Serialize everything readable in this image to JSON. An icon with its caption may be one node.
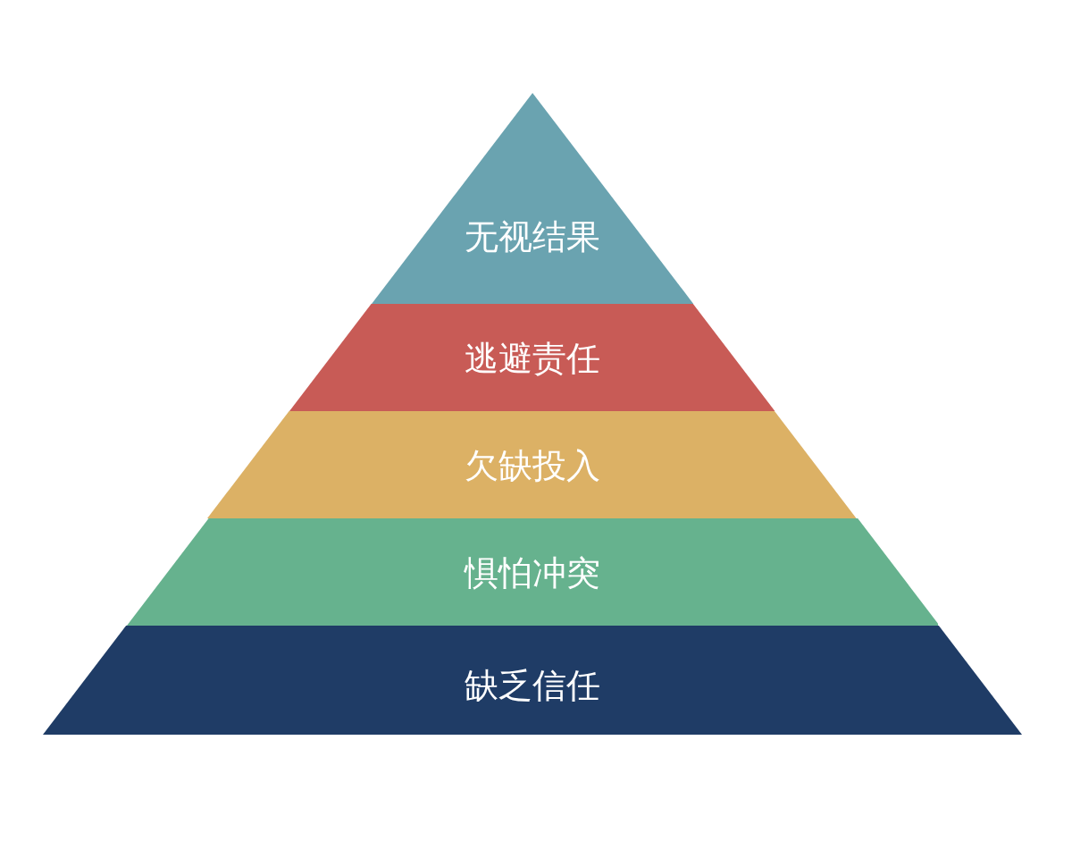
{
  "diagram": {
    "nodes": [
      {
        "text": [
          "无视结果"
        ]
      },
      {
        "text": [
          "逃避责任"
        ]
      },
      {
        "text": [
          "欠缺投入"
        ]
      },
      {
        "text": [
          "惧怕冲突"
        ]
      },
      {
        "text": [
          "缺乏信任"
        ]
      }
    ]
  }
}
